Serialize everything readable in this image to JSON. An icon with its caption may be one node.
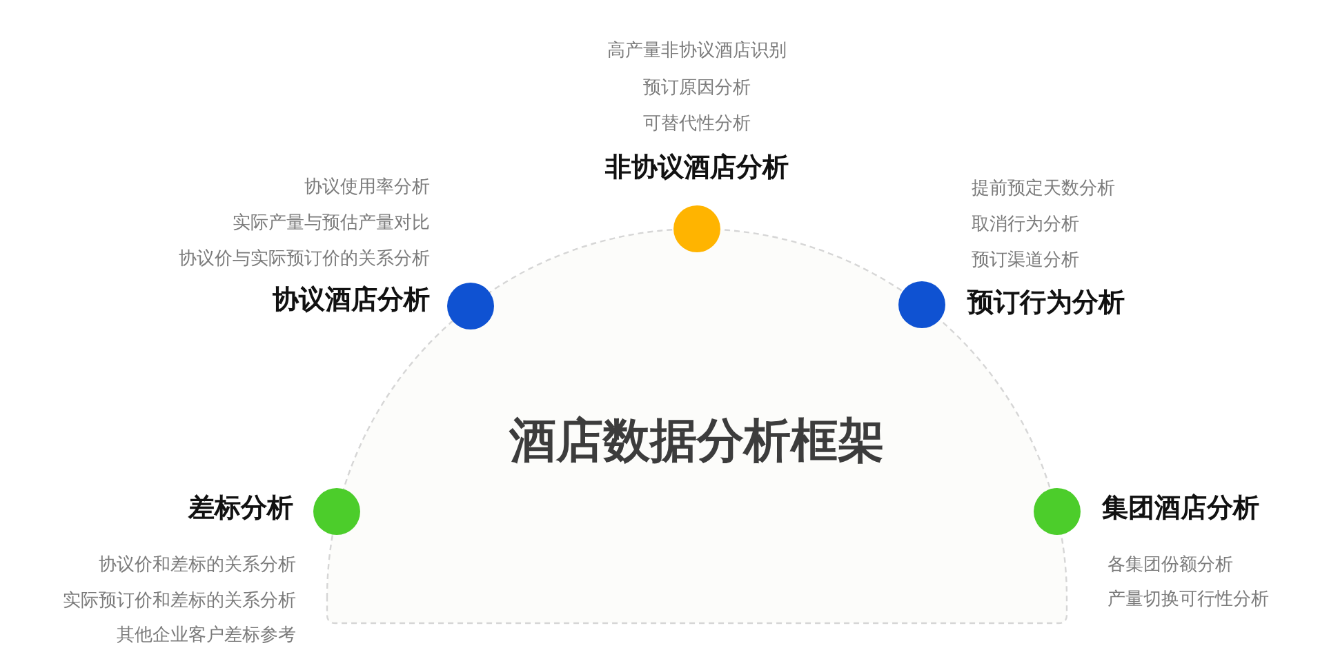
{
  "diagram": {
    "title": "酒店数据分析框架",
    "nodes": [
      {
        "text": [
          "非协议酒店分析"
        ],
        "beside": [
          "高产量非协议酒店识别",
          "预订原因分析",
          "可替代性分析"
        ]
      },
      {
        "text": [
          "协议酒店分析"
        ],
        "beside": [
          "协议使用率分析",
          "实际产量与预估产量对比",
          "协议价与实际预订价的关系分析"
        ]
      },
      {
        "text": [
          "预订行为分析"
        ],
        "beside": [
          "提前预定天数分析",
          "取消行为分析",
          "预订渠道分析"
        ]
      },
      {
        "text": [
          "差标分析"
        ],
        "beside": [
          "协议价和差标的关系分析",
          "实际预订价和差标的关系分析",
          "其他企业客户差标参考"
        ]
      },
      {
        "text": [
          "集团酒店分析"
        ],
        "beside": [
          "各集团份额分析",
          "产量切换可行性分析"
        ]
      }
    ]
  }
}
